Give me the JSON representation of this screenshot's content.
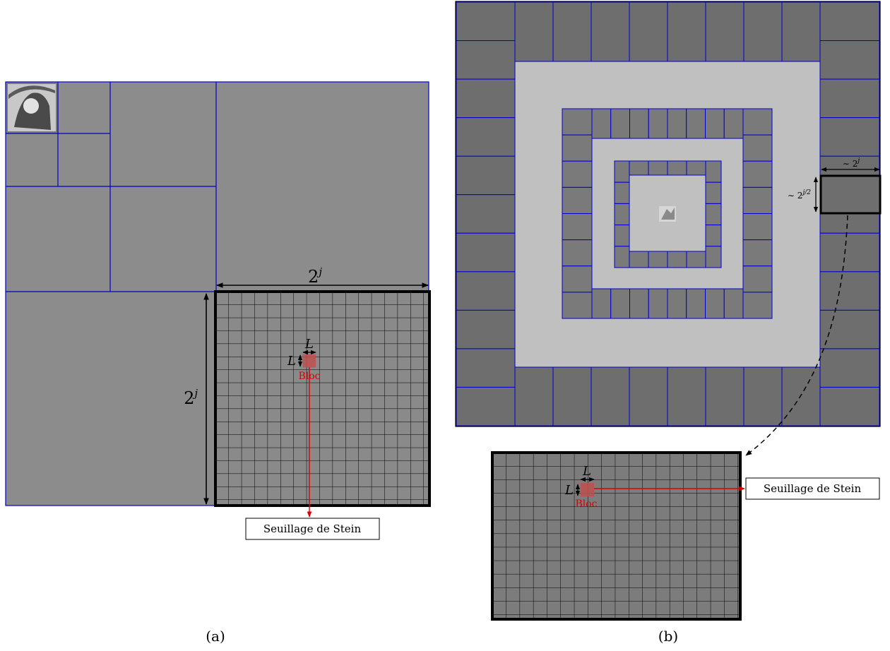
{
  "panel_a": {
    "caption": "(a)",
    "dim_horizontal": "2",
    "dim_vertical": "2",
    "dim_exponent": "j",
    "block_size_label": "L",
    "block_label": "Bloc",
    "threshold_label": "Seuillage de Stein"
  },
  "panel_b": {
    "caption": "(b)",
    "subband_width_label": "∼ 2",
    "subband_width_exponent": "j",
    "subband_height_label": "∼ 2",
    "subband_height_exponent": "j/2",
    "block_size_label": "L",
    "block_label": "Bloc",
    "threshold_label": "Seuillage de Stein"
  },
  "colors": {
    "subband_border": "#0000cc",
    "block": "#c0504d",
    "arrow_red": "#dd0000",
    "curvelet_gray": "#6e6e6e",
    "curvelet_light": "#c0c0c0",
    "wavelet_gray": "#8a8a8a"
  }
}
